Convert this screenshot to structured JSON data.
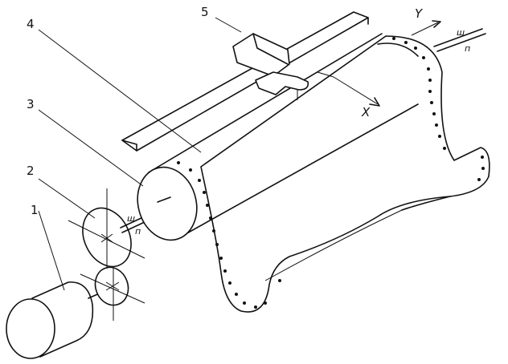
{
  "labels": {
    "l1": "1",
    "l2": "2",
    "l3": "3",
    "l4": "4",
    "l5": "5"
  },
  "axes": {
    "y": "Y",
    "x": "X"
  },
  "marks": {
    "motor_shaft_top": "ш",
    "motor_shaft_bottom": "п",
    "right_shaft_top": "ш",
    "right_shaft_bottom": "п"
  }
}
